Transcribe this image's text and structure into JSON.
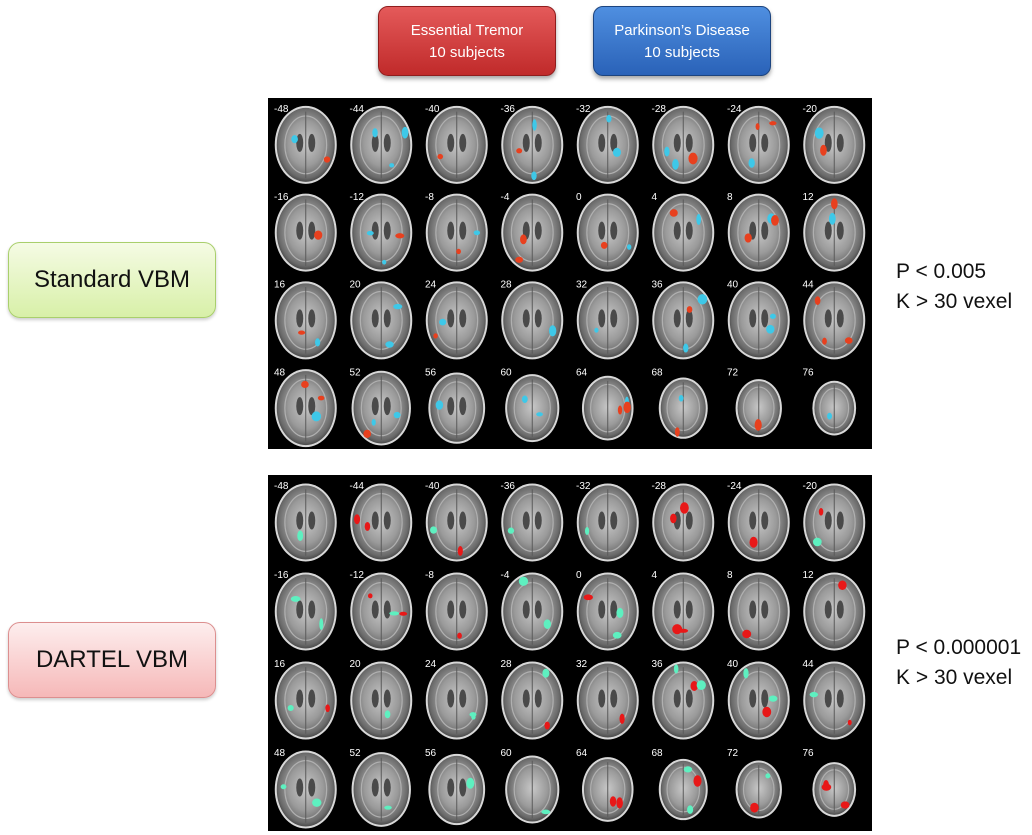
{
  "legend": {
    "essential_tremor": {
      "line1": "Essential Tremor",
      "line2": "10 subjects",
      "color": "#d13a3a"
    },
    "parkinsons": {
      "line1": "Parkinson’s Disease",
      "line2": "10 subjects",
      "color": "#3a78d0"
    }
  },
  "rows": [
    {
      "label": "Standard VBM",
      "stats_line1": "P < 0.005",
      "stats_line2": "K > 30 vexel",
      "pd_color": "#3ec8e8",
      "et_color": "#e8401e",
      "slices": [
        "-48",
        "-44",
        "-40",
        "-36",
        "-32",
        "-28",
        "-24",
        "-20",
        "-16",
        "-12",
        "-8",
        "-4",
        "0",
        "4",
        "8",
        "12",
        "16",
        "20",
        "24",
        "28",
        "32",
        "36",
        "40",
        "44",
        "48",
        "52",
        "56",
        "60",
        "64",
        "68",
        "72",
        "76"
      ]
    },
    {
      "label": "DARTEL VBM",
      "stats_line1": "P < 0.000001",
      "stats_line2": "K > 30 vexel",
      "pd_color": "#5ef0c0",
      "et_color": "#e81818",
      "slices": [
        "-48",
        "-44",
        "-40",
        "-36",
        "-32",
        "-28",
        "-24",
        "-20",
        "-16",
        "-12",
        "-8",
        "-4",
        "0",
        "4",
        "8",
        "12",
        "16",
        "20",
        "24",
        "28",
        "32",
        "36",
        "40",
        "44",
        "48",
        "52",
        "56",
        "60",
        "64",
        "68",
        "72",
        "76"
      ]
    }
  ]
}
